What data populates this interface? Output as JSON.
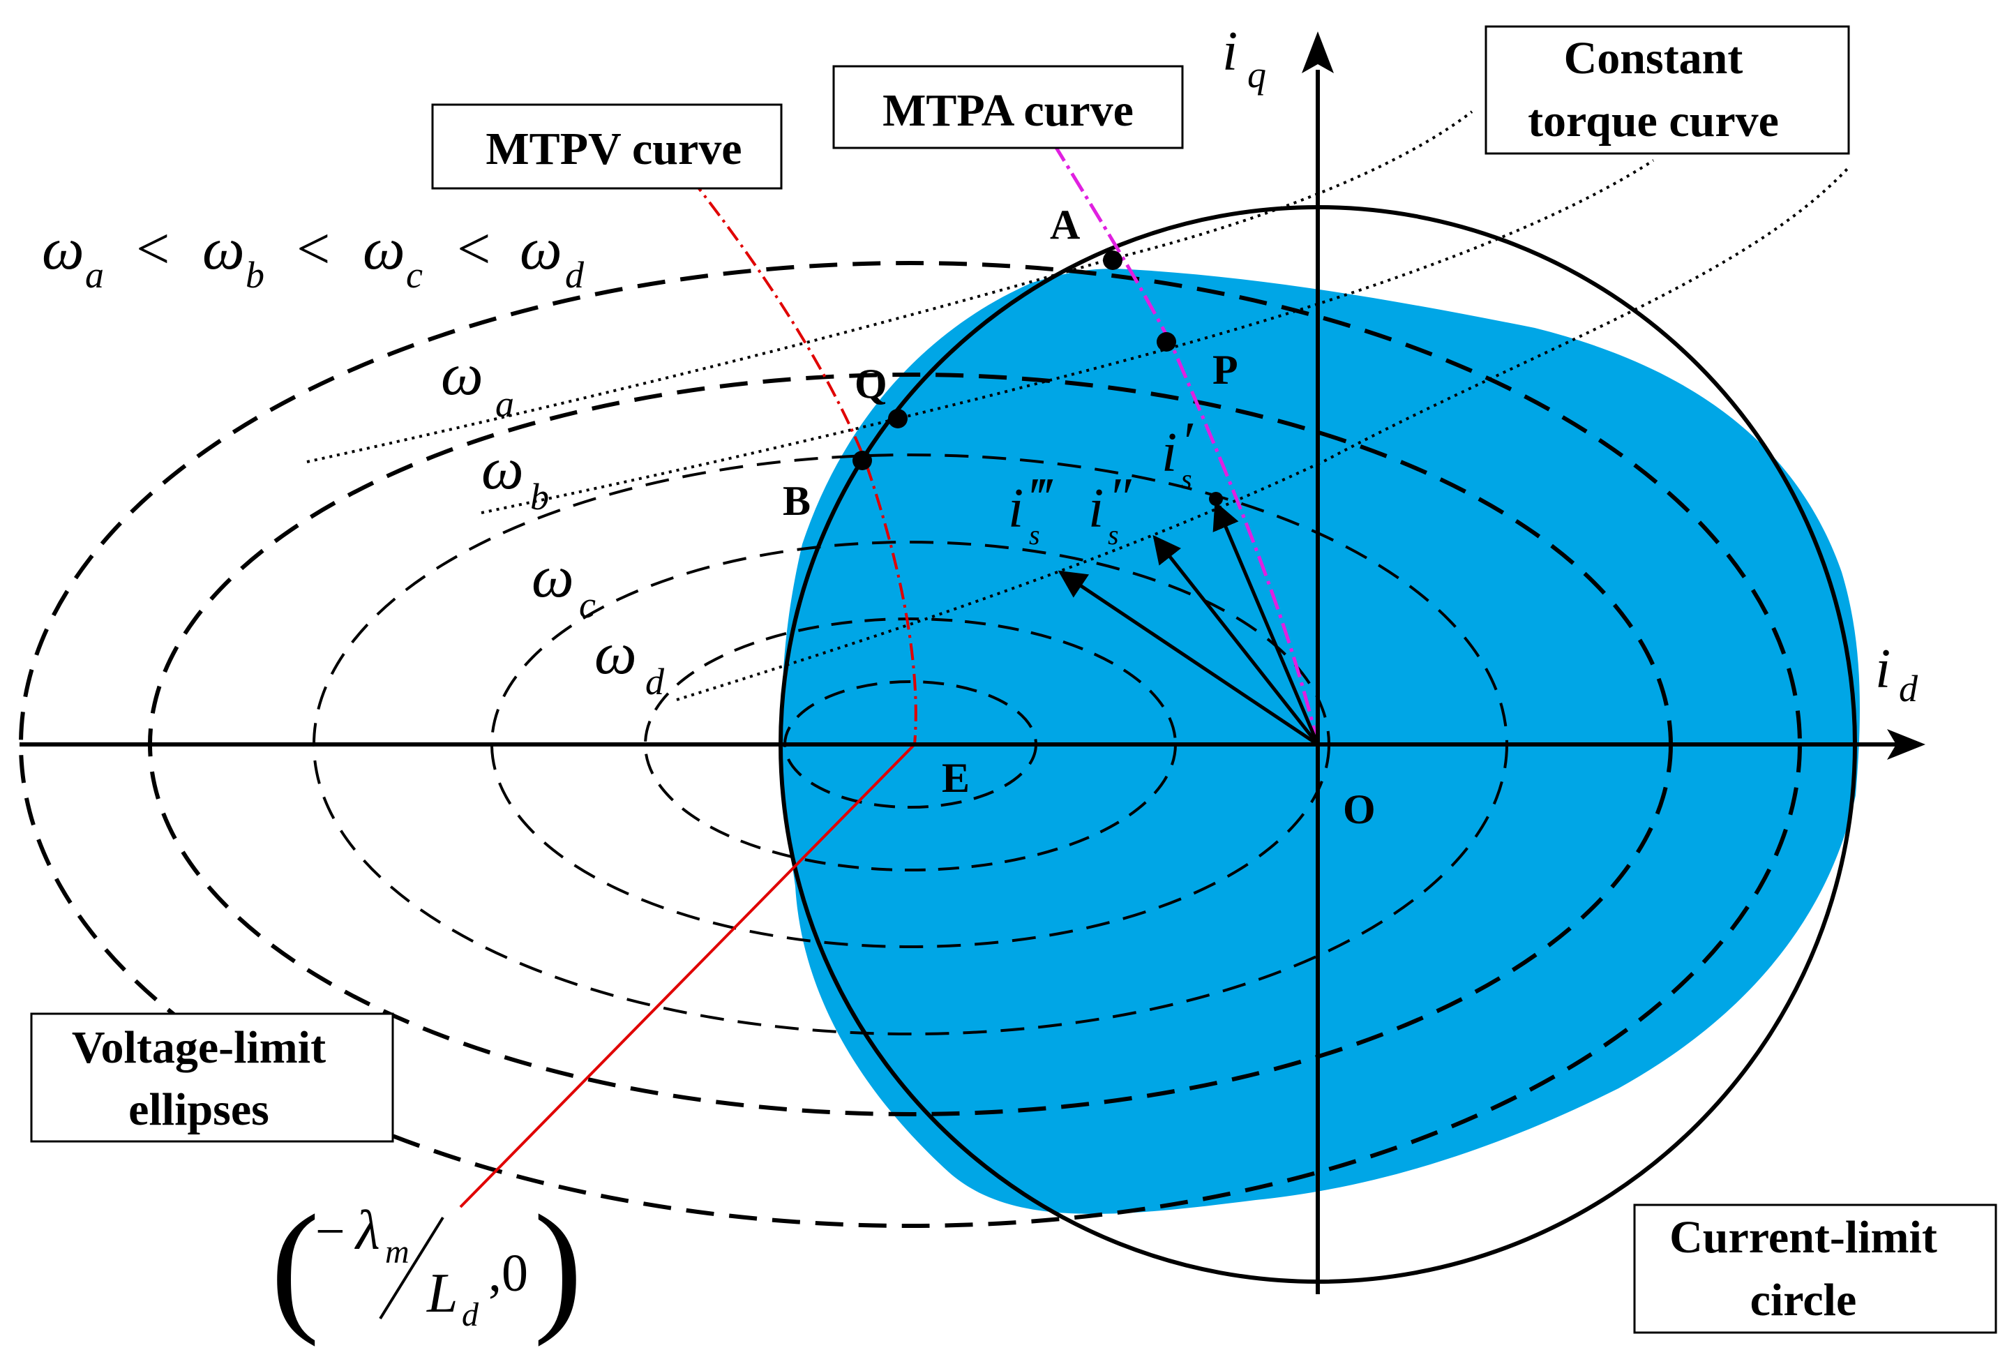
{
  "labels": {
    "iq_main": "i",
    "iq_sub": "q",
    "id_main": "i",
    "id_sub": "d",
    "origin": "O",
    "point_a": "A",
    "point_p": "P",
    "point_q": "Q",
    "point_b": "B",
    "point_e": "E",
    "is_prime": "i",
    "is_sub": "s",
    "prime1": "′",
    "prime2": "″",
    "prime3": "‴",
    "omega": "ω",
    "sub_a": "a",
    "sub_b": "b",
    "sub_c": "c",
    "sub_d": "d",
    "less_than": "<",
    "coord_minus": "−",
    "lambda": "λ",
    "lambda_sub": "m",
    "coord_L": "L",
    "coord_L_sub": "d",
    "coord_tail": ",0",
    "paren_open": "(",
    "paren_close": ")"
  },
  "boxes": {
    "mtpv": "MTPV curve",
    "mtpa": "MTPA curve",
    "constant_torque_line1": "Constant",
    "constant_torque_line2": "torque curve",
    "voltage_limit_line1": "Voltage-limit",
    "voltage_limit_line2": "ellipses",
    "current_limit_line1": "Current-limit",
    "current_limit_line2": "circle"
  },
  "colors": {
    "region_fill": "#00a6e6",
    "mtpv_curve": "#e00000",
    "mtpa_curve": "#e020e0",
    "coordinate_line": "#e00000",
    "ink": "#000000"
  }
}
